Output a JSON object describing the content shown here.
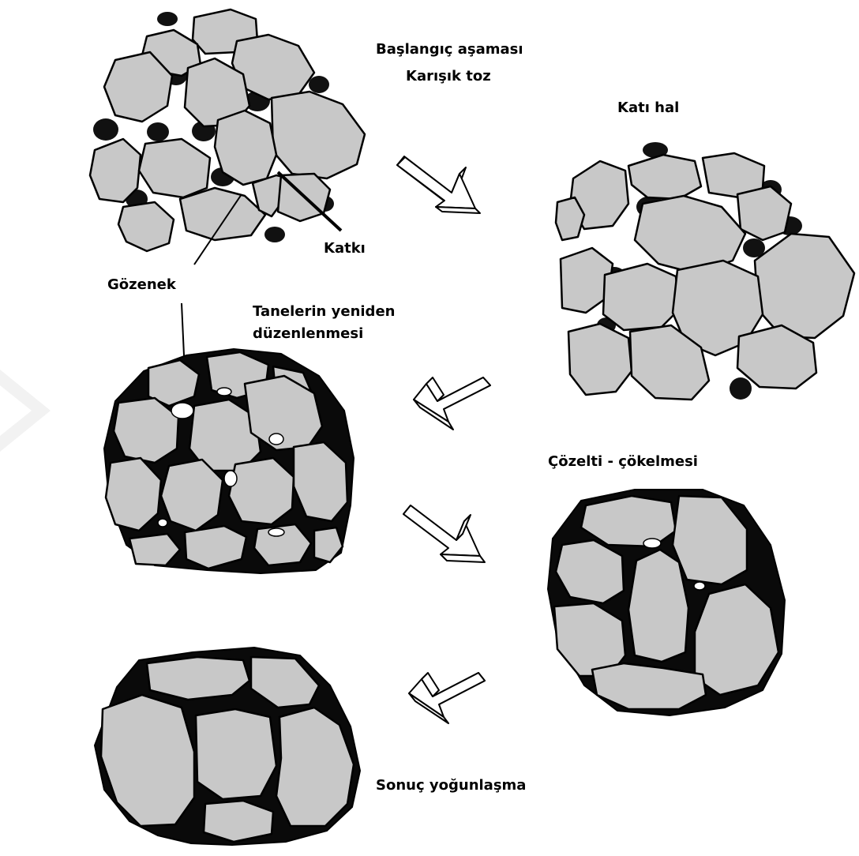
{
  "labels": {
    "initial_stage": "Başlangıç aşaması",
    "mixed_powder": "Karışık toz",
    "solid_state": "Katı hal",
    "additive": "Katkı",
    "pore": "Gözenek",
    "rearrangement_line1": "Tanelerin yeniden",
    "rearrangement_line2": "düzenlenmesi",
    "solution_precipitation": "Çözelti - çökelmesi",
    "final_densification": "Sonuç yoğunlaşma"
  },
  "colors": {
    "grain_fill": "#c8c8c8",
    "additive_fill": "#111111",
    "outline": "#000000",
    "background": "#ffffff"
  }
}
